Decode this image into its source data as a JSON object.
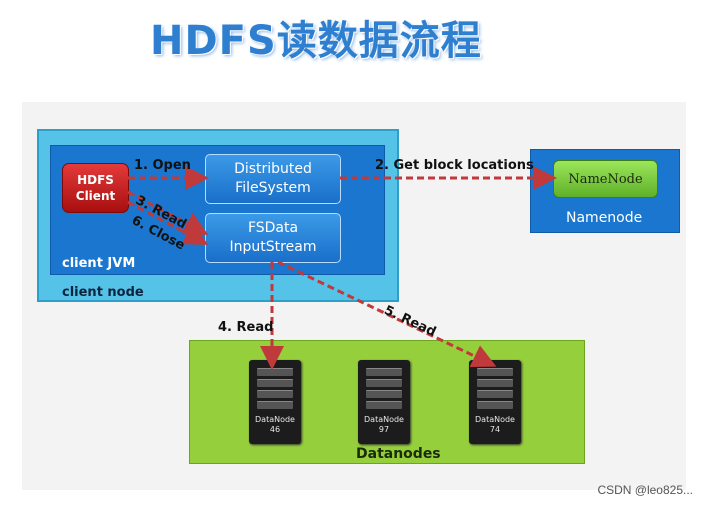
{
  "title": "HDFS读数据流程",
  "client_node": {
    "label": "client node"
  },
  "client_jvm": {
    "label": "client JVM"
  },
  "hdfs_client": {
    "line1": "HDFS",
    "line2": "Client"
  },
  "distributed_fs": {
    "line1": "Distributed",
    "line2": "FileSystem"
  },
  "fsdata_stream": {
    "line1": "FSData",
    "line2": "InputStream"
  },
  "namenode": {
    "box_label": "NameNode",
    "panel_label": "Namenode"
  },
  "datanodes": {
    "panel_label": "Datanodes",
    "nodes": [
      {
        "label": "DataNode",
        "number": "46"
      },
      {
        "label": "DataNode",
        "number": "97"
      },
      {
        "label": "DataNode",
        "number": "74"
      }
    ]
  },
  "steps": {
    "open": "1. Open",
    "get_block": "2. Get block locations",
    "read3": "3. Read",
    "read4": "4. Read",
    "read5": "5. Read",
    "close": "6. Close"
  },
  "colors": {
    "arrow": "#c0393b",
    "client_node": "#55c2e8",
    "client_jvm": "#1a76cf",
    "datanodes": "#95cf3b",
    "title": "#2f7fd0"
  },
  "watermark": "CSDN @leo825..."
}
